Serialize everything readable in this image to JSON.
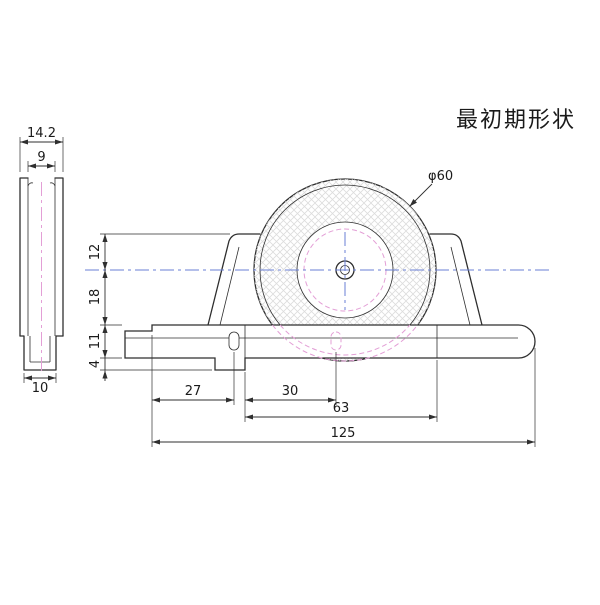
{
  "title": "最初期形状",
  "drawing": {
    "diameter_label": "φ60",
    "side_view": {
      "width_top": "14.2",
      "width_inner": "9",
      "width_bottom": "10"
    },
    "heights": {
      "h12": "12",
      "h18": "18",
      "h11": "11",
      "h4": "4"
    },
    "widths": {
      "w27": "27",
      "w30": "30",
      "w63": "63",
      "w125": "125"
    }
  },
  "colors": {
    "outline": "#2f2f2f",
    "centerline_blue": "#6a7fd4",
    "hidden_pink": "#e39fd6",
    "hatch": "#dcdcdc",
    "background": "#ffffff",
    "text": "#1a1a1a"
  }
}
